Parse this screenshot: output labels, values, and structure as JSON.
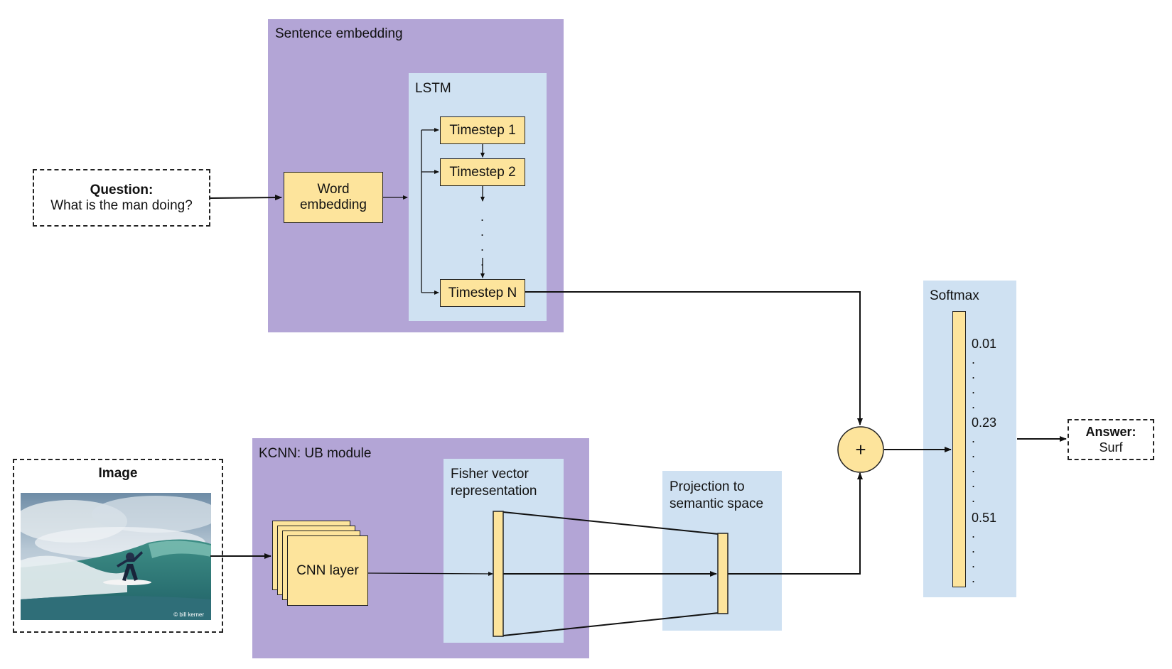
{
  "question": {
    "label": "Question:",
    "text": "What is the man doing?"
  },
  "sentence_embedding": {
    "title": "Sentence embedding",
    "word_embedding": "Word embedding",
    "lstm": {
      "title": "LSTM",
      "timesteps": [
        "Timestep 1",
        "Timestep 2",
        "Timestep N"
      ],
      "ellipsis": ".\n.\n.\n."
    }
  },
  "image": {
    "label": "Image",
    "watermark": "© bill kerner"
  },
  "kcnn": {
    "title": "KCNN: UB module",
    "cnn_layer": "CNN layer",
    "fisher_title": "Fisher vector representation"
  },
  "projection": {
    "title": "Projection to semantic space"
  },
  "combine": {
    "symbol": "+"
  },
  "softmax": {
    "title": "Softmax",
    "values": [
      "0.01",
      "0.23",
      "0.51"
    ],
    "dots_a": ".\n.\n.\n.",
    "dots_b": ".\n.\n.\n.\n.",
    "dots_c": ".\n.\n.\n."
  },
  "answer": {
    "label": "Answer:",
    "text": "Surf"
  },
  "colors": {
    "module_purple": "#b3a5d6",
    "stage_blue": "#cfe1f2",
    "block_yellow": "#fde49c",
    "line": "#111111"
  }
}
